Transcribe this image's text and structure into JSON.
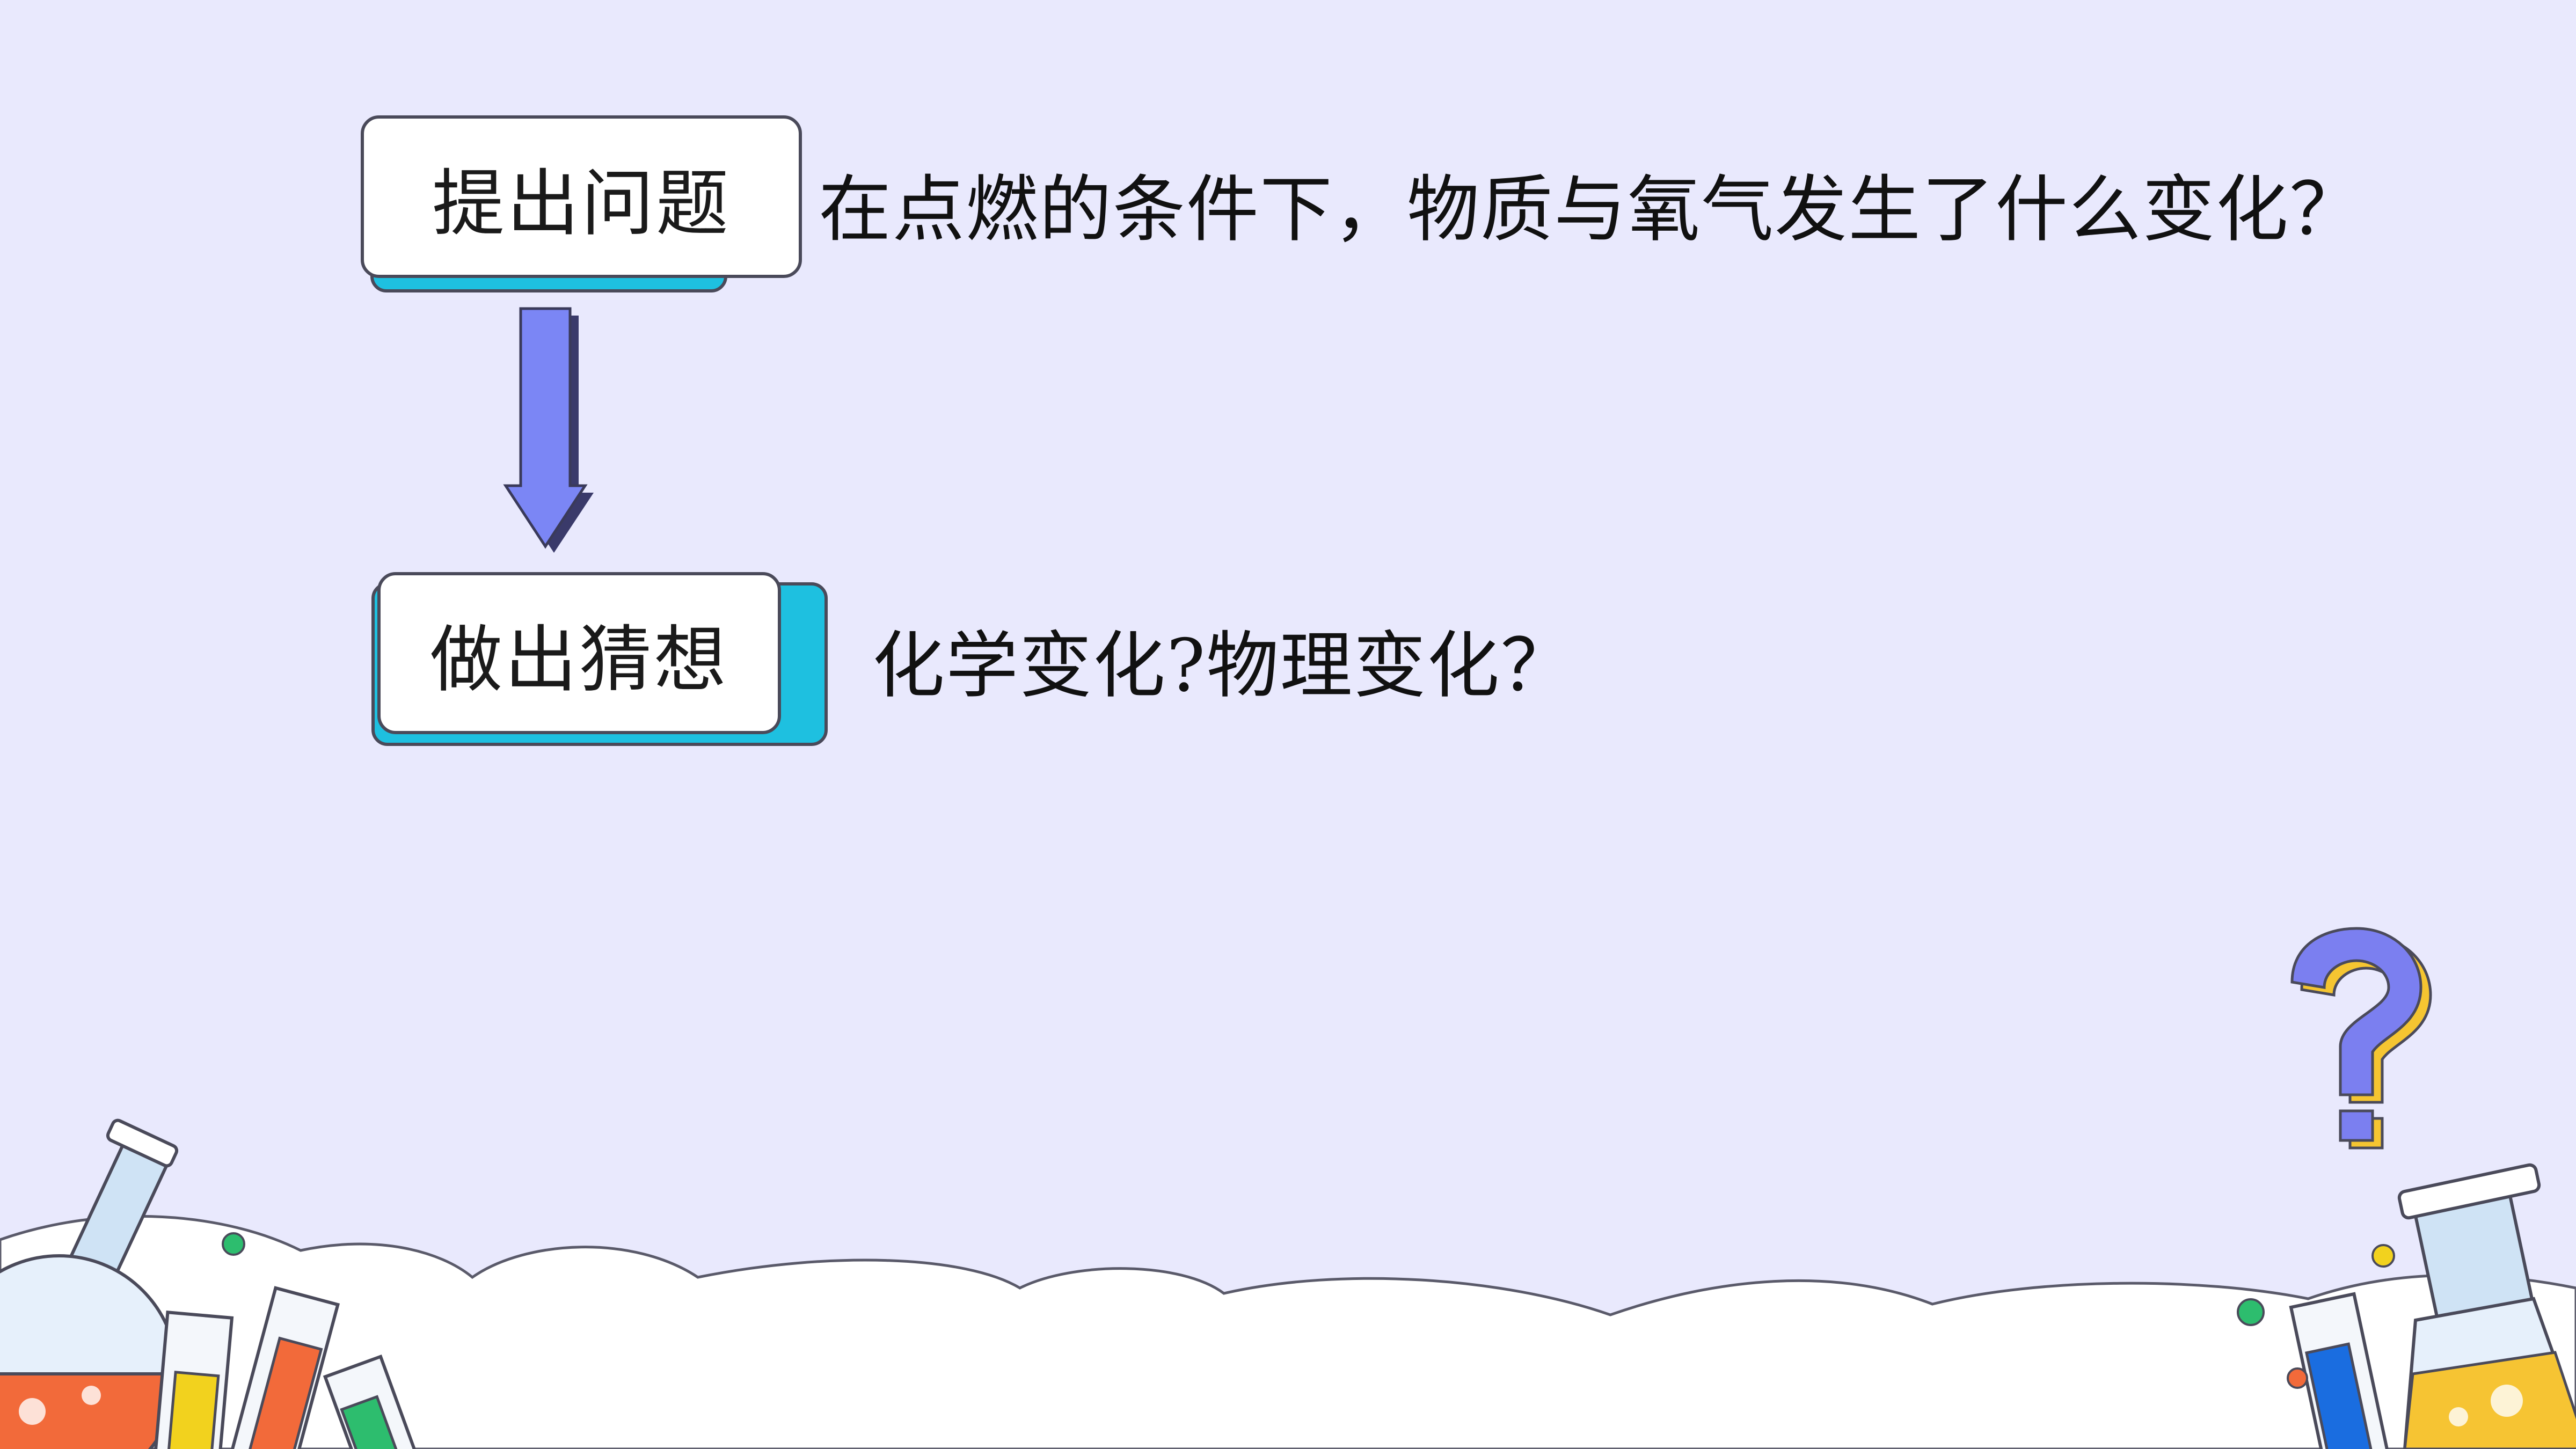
{
  "steps": [
    {
      "label": "提出问题",
      "text": "在点燃的条件下，物质与氧气发生了什么变化？"
    },
    {
      "label": "做出猜想",
      "text": "化学变化?物理变化？"
    }
  ],
  "colors": {
    "background": "#e9e9fd",
    "box_shadow": "#1ec0e0",
    "arrow": "#7b86f5",
    "question_mark": "#7b7ff0",
    "question_mark_shadow": "#f5c531"
  },
  "decorations": [
    "arrow-down-icon",
    "question-mark-icon",
    "flask-icon",
    "test-tube-icon",
    "cloud-icon"
  ]
}
